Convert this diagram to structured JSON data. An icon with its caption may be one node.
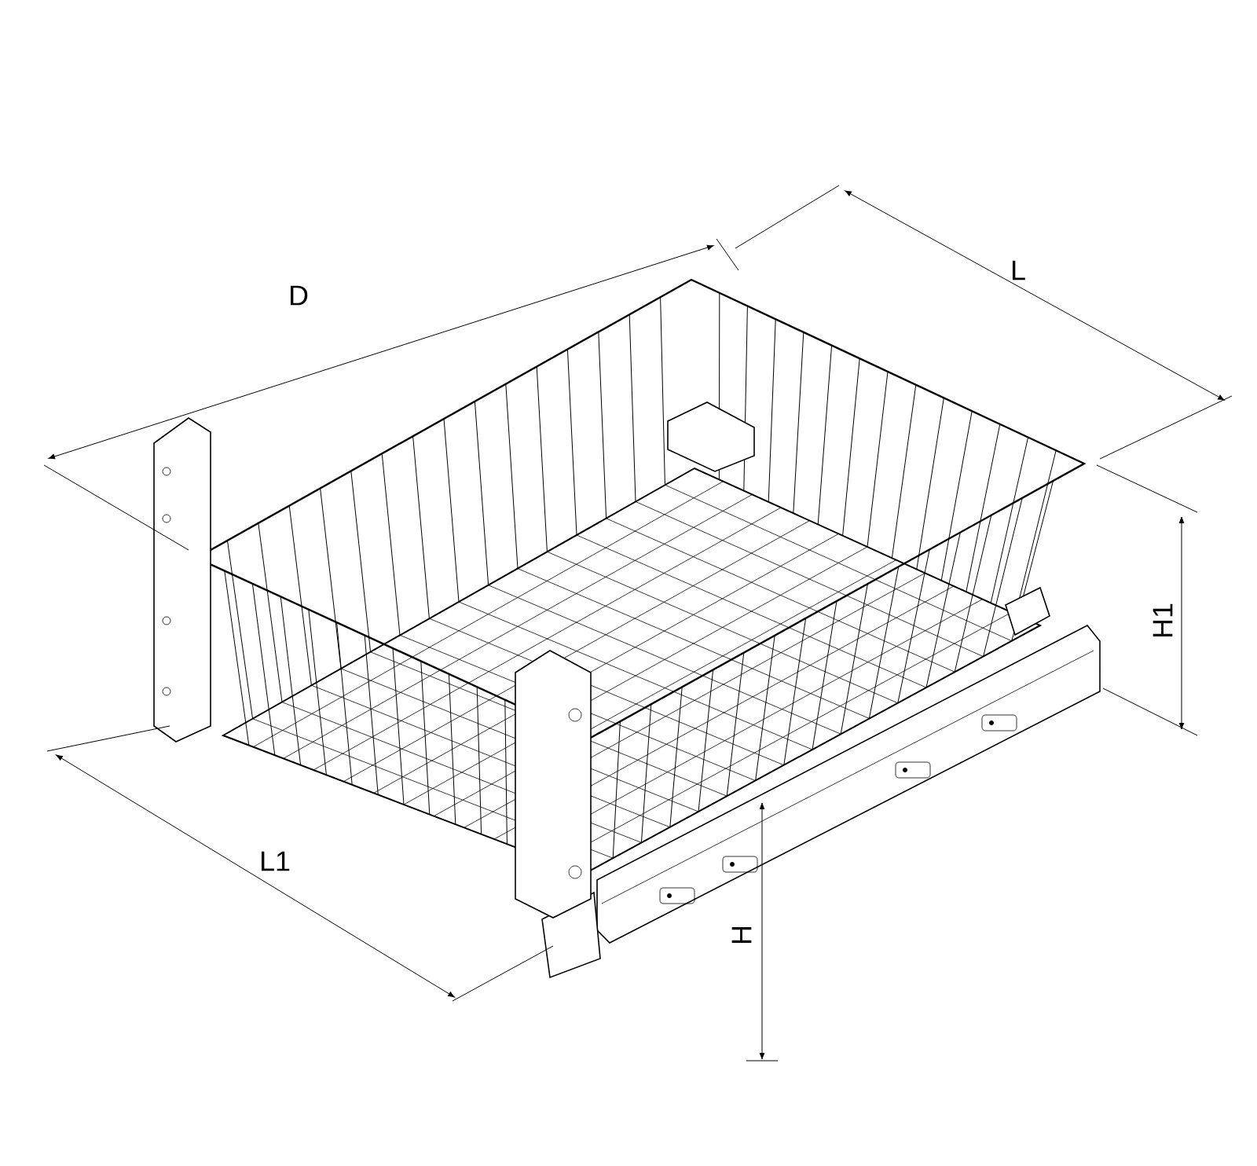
{
  "diagram": {
    "labels": [
      "D",
      "L",
      "H1",
      "L1",
      "H"
    ]
  }
}
